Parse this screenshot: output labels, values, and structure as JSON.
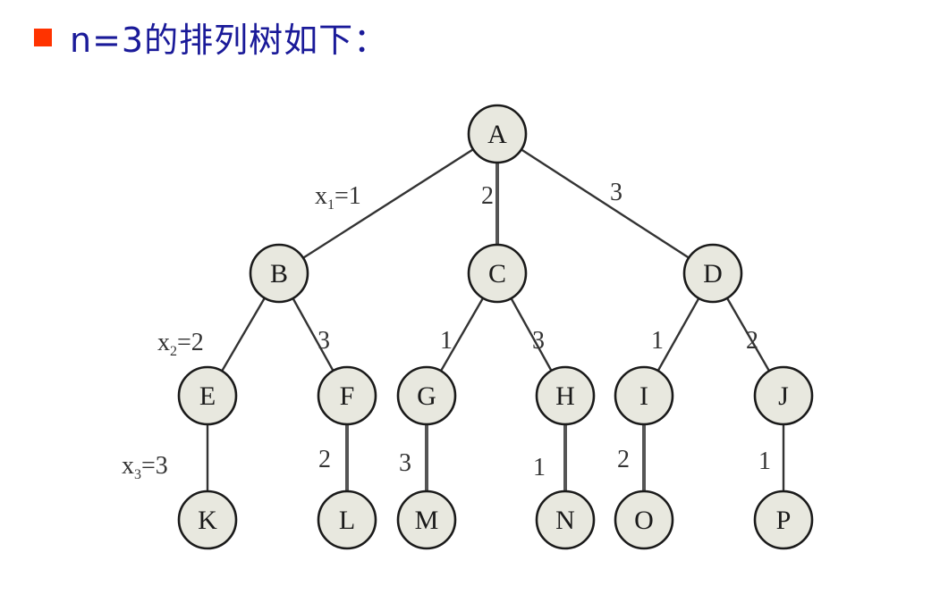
{
  "heading": {
    "text": "n=3的排列树如下：",
    "bullet_color": "#ff3300",
    "text_color": "#1a1a99"
  },
  "tree": {
    "nodes": [
      {
        "id": "A",
        "label": "A"
      },
      {
        "id": "B",
        "label": "B"
      },
      {
        "id": "C",
        "label": "C"
      },
      {
        "id": "D",
        "label": "D"
      },
      {
        "id": "E",
        "label": "E"
      },
      {
        "id": "F",
        "label": "F"
      },
      {
        "id": "G",
        "label": "G"
      },
      {
        "id": "H",
        "label": "H"
      },
      {
        "id": "I",
        "label": "I"
      },
      {
        "id": "J",
        "label": "J"
      },
      {
        "id": "K",
        "label": "K"
      },
      {
        "id": "L",
        "label": "L"
      },
      {
        "id": "M",
        "label": "M"
      },
      {
        "id": "N",
        "label": "N"
      },
      {
        "id": "O",
        "label": "O"
      },
      {
        "id": "P",
        "label": "P"
      }
    ],
    "edges": [
      {
        "from": "A",
        "to": "B",
        "label": "x1=1",
        "prefix": "x",
        "sub": "1",
        "suffix": "=1"
      },
      {
        "from": "A",
        "to": "C",
        "label": "2"
      },
      {
        "from": "A",
        "to": "D",
        "label": "3"
      },
      {
        "from": "B",
        "to": "E",
        "label": "x2=2",
        "prefix": "x",
        "sub": "2",
        "suffix": "=2"
      },
      {
        "from": "B",
        "to": "F",
        "label": "3"
      },
      {
        "from": "C",
        "to": "G",
        "label": "1"
      },
      {
        "from": "C",
        "to": "H",
        "label": "3"
      },
      {
        "from": "D",
        "to": "I",
        "label": "1"
      },
      {
        "from": "D",
        "to": "J",
        "label": "2"
      },
      {
        "from": "E",
        "to": "K",
        "label": "x3=3",
        "prefix": "x",
        "sub": "3",
        "suffix": "=3"
      },
      {
        "from": "F",
        "to": "L",
        "label": "2"
      },
      {
        "from": "G",
        "to": "M",
        "label": "3"
      },
      {
        "from": "H",
        "to": "N",
        "label": "1"
      },
      {
        "from": "I",
        "to": "O",
        "label": "2"
      },
      {
        "from": "J",
        "to": "P",
        "label": "1"
      }
    ]
  }
}
